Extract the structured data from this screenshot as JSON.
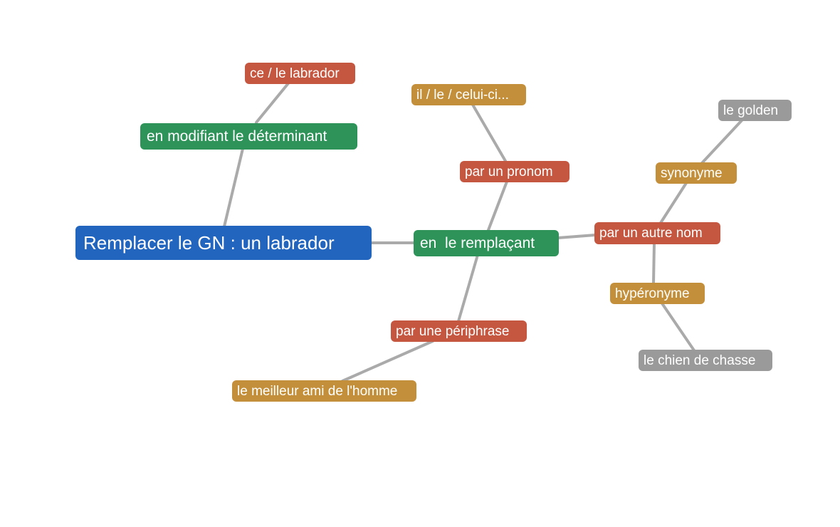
{
  "colors": {
    "root": "#2265bf",
    "branch": "#2e9359",
    "method": "#c5563f",
    "example": "#c48f3a",
    "leaf": "#9a9a9a",
    "link": "#aaaaaa"
  },
  "nodes": {
    "root": {
      "label": "Remplacer le GN : un labrador",
      "kind": "root"
    },
    "modify": {
      "label": "en modifiant le déterminant",
      "kind": "branch"
    },
    "ce": {
      "label": "ce / le labrador",
      "kind": "method"
    },
    "replace": {
      "label": "en  le remplaçant",
      "kind": "branch"
    },
    "pronoun": {
      "label": "par un pronom",
      "kind": "method"
    },
    "il": {
      "label": "il / le / celui-ci...",
      "kind": "example"
    },
    "periph": {
      "label": "par une périphrase",
      "kind": "method"
    },
    "meilleur": {
      "label": "le meilleur ami de l'homme",
      "kind": "example"
    },
    "autre": {
      "label": "par un autre nom",
      "kind": "method"
    },
    "synonyme": {
      "label": "synonyme",
      "kind": "example"
    },
    "golden": {
      "label": "le golden",
      "kind": "leaf"
    },
    "hyper": {
      "label": "hypéronyme",
      "kind": "example"
    },
    "chien": {
      "label": "le chien de chasse",
      "kind": "leaf"
    }
  },
  "links": [
    [
      "root",
      "modify"
    ],
    [
      "modify",
      "ce"
    ],
    [
      "root",
      "replace"
    ],
    [
      "replace",
      "pronoun"
    ],
    [
      "pronoun",
      "il"
    ],
    [
      "replace",
      "periph"
    ],
    [
      "periph",
      "meilleur"
    ],
    [
      "replace",
      "autre"
    ],
    [
      "autre",
      "synonyme"
    ],
    [
      "synonyme",
      "golden"
    ],
    [
      "autre",
      "hyper"
    ],
    [
      "hyper",
      "chien"
    ]
  ]
}
